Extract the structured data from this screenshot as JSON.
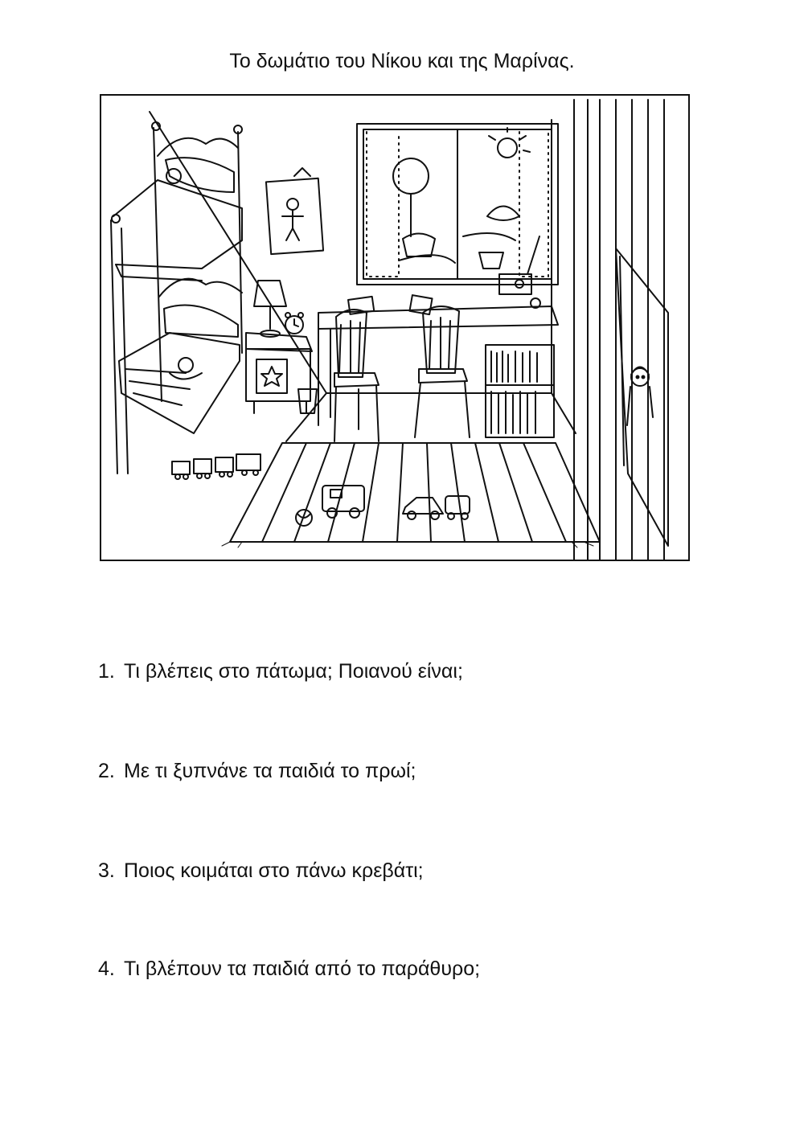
{
  "worksheet": {
    "title": "Το δωμάτιο του Νίκου και της Μαρίνας.",
    "questions": [
      {
        "number": "1.",
        "text": "Τι βλέπεις στο πάτωμα;  Ποιανού είναι;"
      },
      {
        "number": "2.",
        "text": "Με τι ξυπνάνε τα παιδιά το πρωί;"
      },
      {
        "number": "3.",
        "text": "Ποιος κοιμάται στο πάνω κρεβάτι;"
      },
      {
        "number": "4.",
        "text": "Τι βλέπουν τα παιδιά από το παράθυρο;"
      }
    ]
  }
}
